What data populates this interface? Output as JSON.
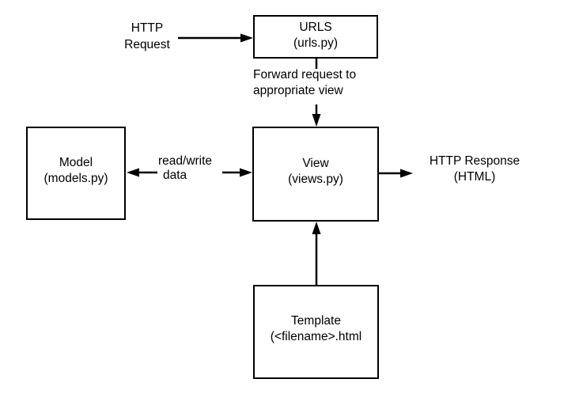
{
  "diagram": {
    "background_color": "#ffffff",
    "line_color": "#000000",
    "nodes": {
      "urls": {
        "title": "URLS",
        "subtitle": "(urls.py)"
      },
      "view": {
        "title": "View",
        "subtitle": "(views.py)"
      },
      "model": {
        "title": "Model",
        "subtitle": "(models.py)"
      },
      "template": {
        "title": "Template",
        "subtitle": "(<filename>.html"
      }
    },
    "labels": {
      "http_request": {
        "line1": "HTTP",
        "line2": "Request"
      },
      "forward": {
        "line1": "Forward request to",
        "line2": "appropriate view"
      },
      "read_write": {
        "line1": "read/write",
        "line2": "data"
      },
      "http_response": {
        "line1": "HTTP Response",
        "line2": "(HTML)"
      }
    }
  }
}
